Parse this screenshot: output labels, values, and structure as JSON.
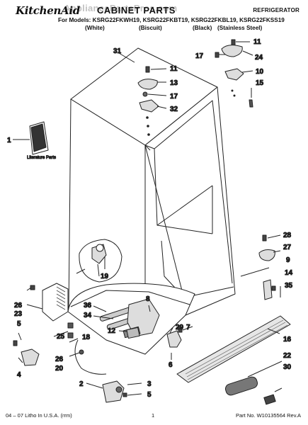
{
  "header": {
    "brand": "KitchenAid",
    "title": "CABINET PARTS",
    "category": "REFRIGERATOR",
    "watermark": "AppliancePartsPros.com",
    "models_line": "For Models: KSRG22FKWH19, KSRG22FKBT19, KSRG22FKBL19, KSRG22FKSS19",
    "colors": [
      "(White)",
      "(Biscuit)",
      "(Black)",
      "(Stainless Steel)"
    ]
  },
  "diagram": {
    "literature_label": "Literature Parts",
    "callouts": {
      "c31": "31",
      "c11a": "11",
      "c13": "13",
      "c17a": "17",
      "c32": "32",
      "c11b": "11",
      "c17b": "17",
      "c24": "24",
      "c10": "10",
      "c15": "15",
      "c1": "1",
      "c19": "19",
      "c28": "28",
      "c27": "27",
      "c9": "9",
      "c14": "14",
      "c35": "35",
      "c26a": "26",
      "c23": "23",
      "c36": "36",
      "c8": "8",
      "c34": "34",
      "c5a": "5",
      "c25": "25",
      "c18": "18",
      "c12": "12",
      "c29": "29",
      "c7": "7",
      "c16": "16",
      "c22": "22",
      "c30": "30",
      "c6": "6",
      "c4": "4",
      "c26b": "26",
      "c20": "20",
      "c2": "2",
      "c3": "3",
      "c5b": "5"
    }
  },
  "footer": {
    "left": "04 – 07 Litho In U.S.A. (rrm)",
    "center": "1",
    "right": "Part No. W10135564 Rev.A"
  }
}
